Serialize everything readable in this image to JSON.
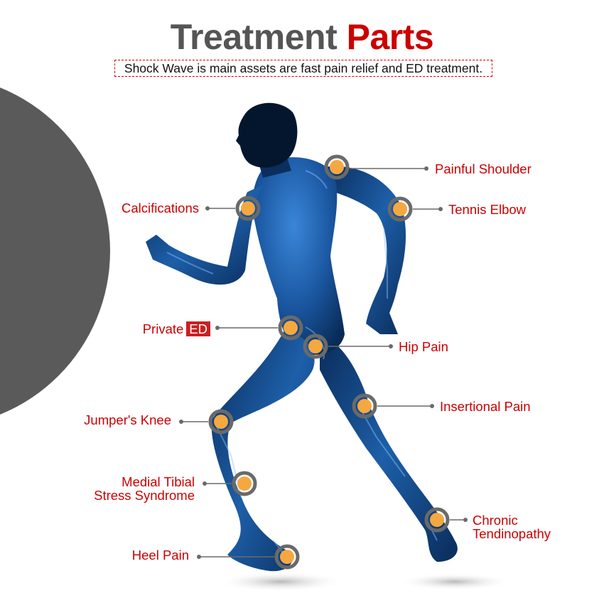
{
  "header": {
    "title_part1": "Treatment",
    "title_part2": "Parts",
    "subtitle": "Shock Wave is main assets are fast pain relief and ED treatment."
  },
  "colors": {
    "title_gray": "#555555",
    "accent_red": "#cc0000",
    "ring_gray": "#6a6a6a",
    "dot_orange": "#f5a840",
    "body_blue": "#1f5fa8",
    "bg_circle": "#5a5a5a"
  },
  "treatment_points": [
    {
      "id": "painful-shoulder",
      "label": "Painful Shoulder",
      "side": "right"
    },
    {
      "id": "tennis-elbow",
      "label": "Tennis Elbow",
      "side": "right"
    },
    {
      "id": "calcifications",
      "label": "Calcifications",
      "side": "left"
    },
    {
      "id": "private-ed",
      "label": "Private",
      "badge": "ED",
      "side": "left"
    },
    {
      "id": "hip-pain",
      "label": "Hip Pain",
      "side": "right"
    },
    {
      "id": "insertional-pain",
      "label": "Insertional Pain",
      "side": "right"
    },
    {
      "id": "jumpers-knee",
      "label": "Jumper's Knee",
      "side": "left"
    },
    {
      "id": "medial-tibial",
      "label_line1": "Medial Tibial",
      "label_line2": "Stress Syndrome",
      "side": "left"
    },
    {
      "id": "chronic-tendinopathy",
      "label_line1": "Chronic",
      "label_line2": "Tendinopathy",
      "side": "right"
    },
    {
      "id": "heel-pain",
      "label": "Heel Pain",
      "side": "left"
    }
  ]
}
